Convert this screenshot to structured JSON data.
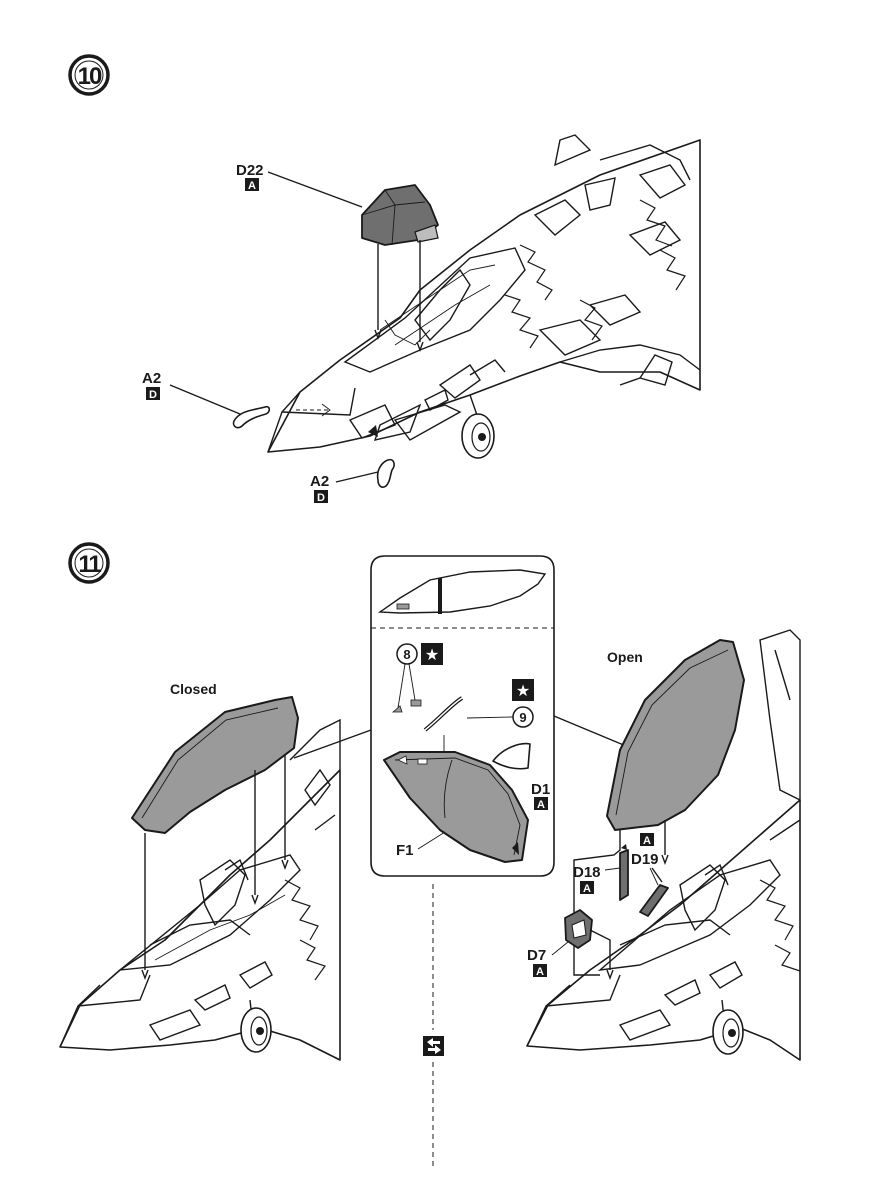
{
  "step10": {
    "number": "10",
    "callouts": [
      {
        "part": "D22",
        "sprue": "A"
      },
      {
        "part": "A2",
        "sprue": "D"
      },
      {
        "part": "A2",
        "sprue": "D"
      }
    ]
  },
  "step11": {
    "number": "11",
    "closed_label": "Closed",
    "open_label": "Open",
    "detail": {
      "paint_refs": [
        "8",
        "9"
      ],
      "star_symbol": "★",
      "parts": [
        {
          "part": "D1",
          "sprue": "A"
        },
        {
          "part": "F1",
          "sprue": ""
        }
      ]
    },
    "open_parts": [
      {
        "part": "",
        "sprue": "A"
      },
      {
        "part": "D18",
        "sprue": "A"
      },
      {
        "part": "D19",
        "sprue": ""
      },
      {
        "part": "D7",
        "sprue": "A"
      }
    ],
    "choice_icon": "swap-arrows-icon"
  },
  "colors": {
    "ink": "#1a1a1a",
    "canopy_gray": "#9a9a9a",
    "seat_gray": "#6f6f6f",
    "paper": "#ffffff"
  }
}
